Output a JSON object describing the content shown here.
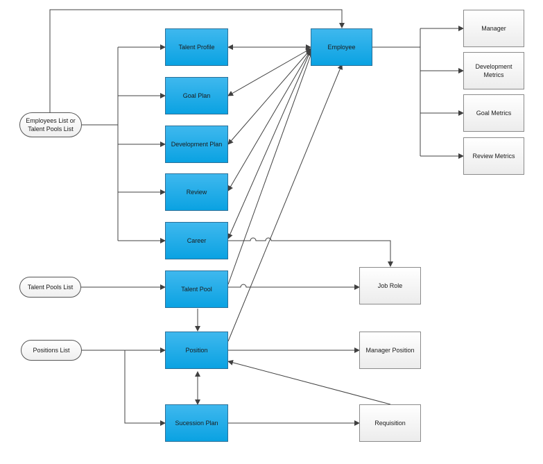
{
  "nodes": {
    "talent_profile": "Talent Profile",
    "goal_plan": "Goal Plan",
    "development_plan": "Development Plan",
    "review": "Review",
    "career": "Career",
    "talent_pool": "Talent Pool",
    "position": "Position",
    "succession_plan": "Sucession Plan",
    "employee": "Employee",
    "manager": "Manager",
    "development_metrics": "Development\nMetrics",
    "goal_metrics": "Goal Metrics",
    "review_metrics": "Review Metrics",
    "job_role": "Job Role",
    "manager_position": "Manager Position",
    "requisition": "Requisition",
    "employees_list": "Employees List or\nTalent Pools List",
    "talent_pools_list": "Talent Pools List",
    "positions_list": "Positions List"
  },
  "colors": {
    "primary_fill": "#0aa2e2",
    "primary_border": "#2b6f97",
    "secondary_fill": "#f2f2f2",
    "connector": "#404040"
  }
}
